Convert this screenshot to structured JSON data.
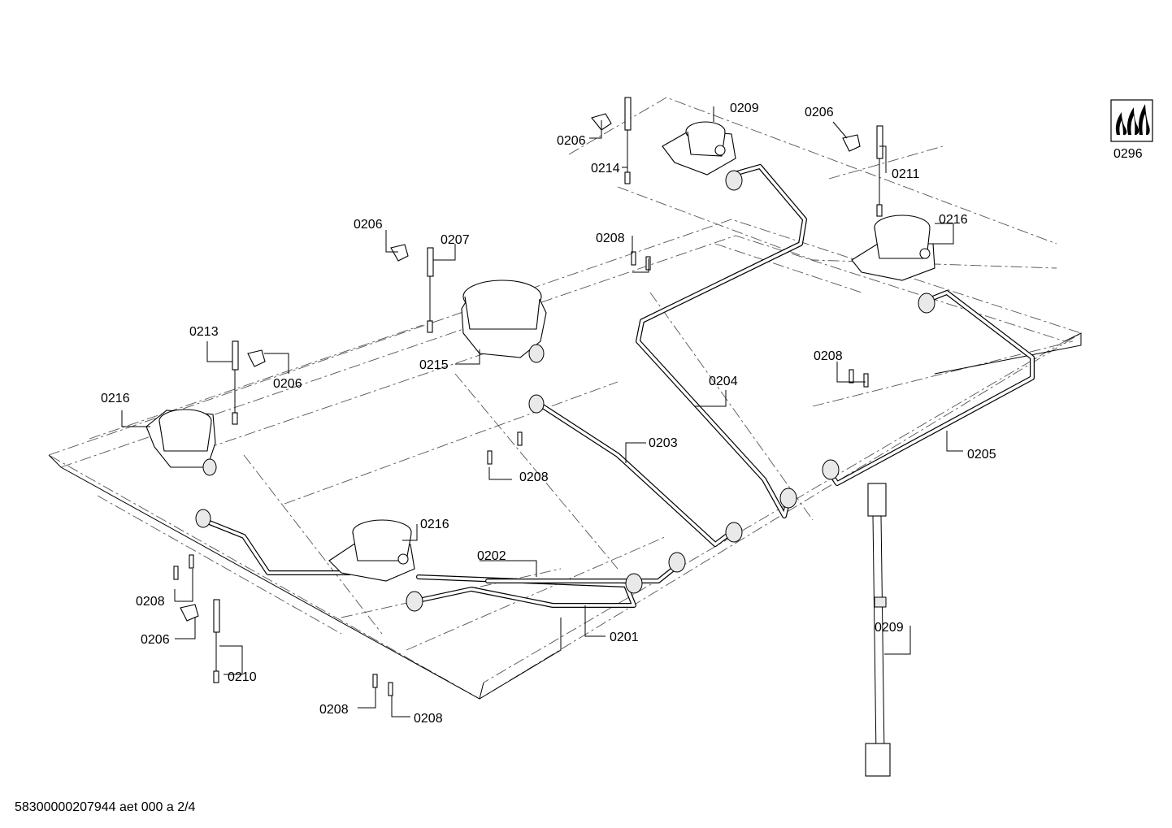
{
  "labels": {
    "l0209_top": "0209",
    "l0206_tl": "0206",
    "l0214": "0214",
    "l0206_tr": "0206",
    "l0211": "0211",
    "l0296": "0296",
    "l0208_a": "0208",
    "l0216_r": "0216",
    "l0206_m": "0206",
    "l0207": "0207",
    "l0213": "0213",
    "l0206_l": "0206",
    "l0215": "0215",
    "l0204": "0204",
    "l0208_r": "0208",
    "l0216_l": "0216",
    "l0203": "0203",
    "l0205": "0205",
    "l0208_c": "0208",
    "l0216_b": "0216",
    "l0202": "0202",
    "l0208_l": "0208",
    "l0201": "0201",
    "l0209_harness": "0209",
    "l0206_b": "0206",
    "l0210": "0210",
    "l0208_b1": "0208",
    "l0208_b2": "0208"
  },
  "footer": "58300000207944 aet 000 a 2/4",
  "icon": "gas-flame-icon"
}
